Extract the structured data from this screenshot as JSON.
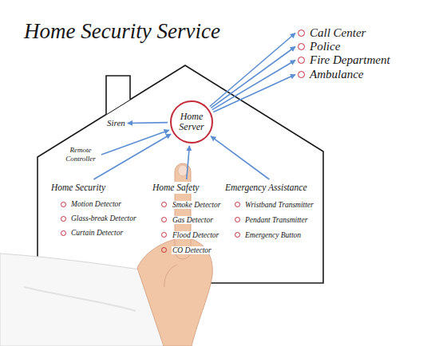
{
  "diagram": {
    "title": "Home Security Service",
    "nodes": [
      {
        "text": [
          "Call Center"
        ]
      },
      {
        "text": [
          "Police"
        ]
      },
      {
        "text": [
          "Fire Department"
        ]
      },
      {
        "text": [
          "Ambulance"
        ]
      },
      {
        "text": [
          "Siren"
        ]
      },
      {
        "text": [
          "Home Server"
        ]
      },
      {
        "text": [
          "Remote Controller"
        ]
      },
      {
        "text": [
          "Home Security",
          "Motion Detector",
          "Glass-break Detector",
          "Curtain Detector"
        ]
      },
      {
        "text": [
          "Home Safety",
          "Smoke Detector",
          "Gas Detector",
          "Flood Detector",
          "CO Detector"
        ]
      },
      {
        "text": [
          "Emergency Assistance",
          "Wristband Transmitter",
          "Pendant Transmitter",
          "Emergency Button"
        ]
      }
    ],
    "edges": [
      {
        "from": 5,
        "to": 0,
        "arrow": "to"
      },
      {
        "from": 5,
        "to": 1,
        "arrow": "to"
      },
      {
        "from": 5,
        "to": 2,
        "arrow": "to"
      },
      {
        "from": 5,
        "to": 3,
        "arrow": "to"
      },
      {
        "from": 5,
        "to": 4,
        "arrow": "to"
      },
      {
        "from": 6,
        "to": 5,
        "arrow": "to"
      },
      {
        "from": 7,
        "to": 5,
        "arrow": "to"
      },
      {
        "from": 8,
        "to": 5,
        "arrow": "to"
      },
      {
        "from": 9,
        "to": 5,
        "arrow": "to"
      }
    ]
  }
}
